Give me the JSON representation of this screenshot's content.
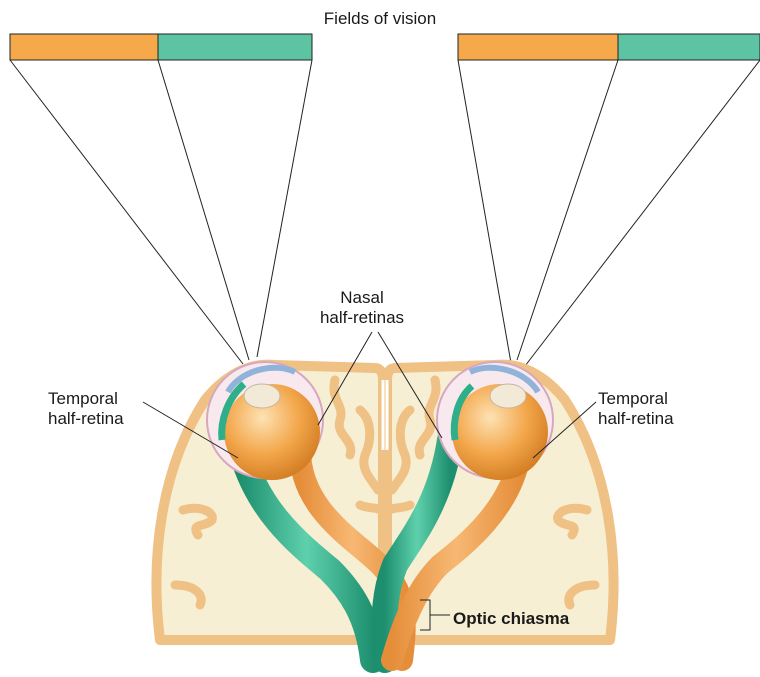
{
  "title": "Fields of vision",
  "labels": {
    "nasal_line1": "Nasal",
    "nasal_line2": "half-retinas",
    "temporal_left_line1": "Temporal",
    "temporal_left_line2": "half-retina",
    "temporal_right_line1": "Temporal",
    "temporal_right_line2": "half-retina",
    "optic_chiasma": "Optic chiasma"
  },
  "colors": {
    "temporal_field": "#f5a94a",
    "nasal_field": "#5cc4a2",
    "brain_tissue": "#f7efd4",
    "brain_cortex": "#f3c98e",
    "optic_nerve_orange": "#f3a85a",
    "optic_nerve_green": "#2fae8a",
    "eyeball": "#f3a64a"
  }
}
